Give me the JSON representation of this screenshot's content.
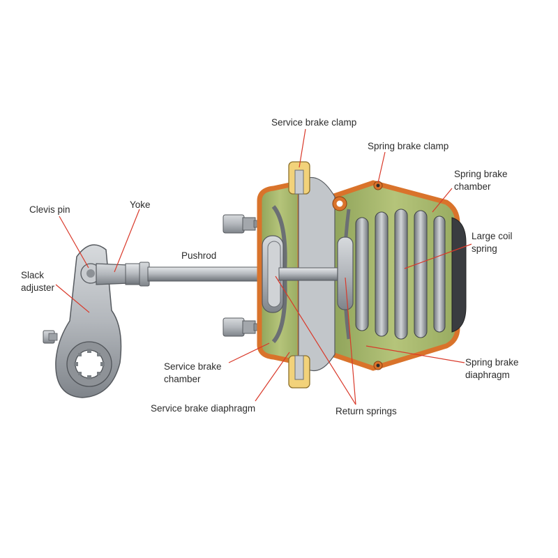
{
  "labels": {
    "service_brake_clamp": "Service brake clamp",
    "spring_brake_clamp": "Spring brake clamp",
    "spring_brake_chamber_1": "Spring brake",
    "spring_brake_chamber_2": "chamber",
    "large_coil_spring_1": "Large coil",
    "large_coil_spring_2": "spring",
    "clevis_pin": "Clevis pin",
    "yoke": "Yoke",
    "pushrod": "Pushrod",
    "slack_adjuster_1": "Slack",
    "slack_adjuster_2": "adjuster",
    "service_brake_chamber_1": "Service brake",
    "service_brake_chamber_2": "chamber",
    "service_brake_diaphragm": "Service brake diaphragm",
    "return_springs": "Return springs",
    "spring_brake_diaphragm_1": "Spring brake",
    "spring_brake_diaphragm_2": "diaphragm"
  },
  "colors": {
    "housing_orange": "#d9732b",
    "chamber_green": "#a6b86a",
    "metal_gray": "#a9adb3",
    "clamp_yellow": "#f2d27a",
    "leader_red": "#d9392a"
  }
}
